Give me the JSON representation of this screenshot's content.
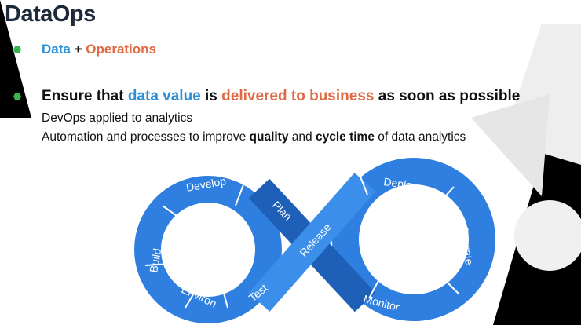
{
  "slide": {
    "title": "DataOps",
    "bullet1": {
      "part1": "Data",
      "sep": "+",
      "part2": "Operations"
    },
    "bullet2": {
      "prefix": "Ensure that",
      "hl1": "data value",
      "mid": "is",
      "hl2": "delivered to business",
      "suffix": "as soon as possible"
    },
    "sub1": "DevOps applied to analytics",
    "sub2": {
      "pre": "Automation and processes to improve",
      "b1": "quality",
      "mid": "and",
      "b2": "cycle time",
      "post": "of data analytics"
    }
  },
  "cycle": {
    "stages": [
      "Plan",
      "Develop",
      "Build",
      "Environ",
      "Test",
      "Release",
      "Deploy",
      "Operate",
      "Monitor"
    ]
  },
  "colors": {
    "blue": "#2b8fd6",
    "orange": "#e06a44",
    "bullet": "#36b54a",
    "loop": "#2f7fe0"
  }
}
